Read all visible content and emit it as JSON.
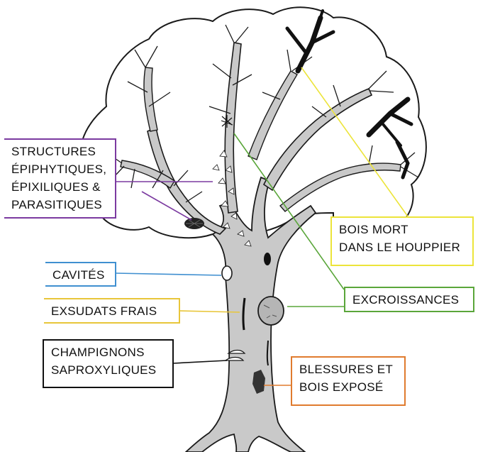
{
  "colors": {
    "structures": "#7b3aa0",
    "cavites": "#3f8fd0",
    "exsudats": "#e8c63a",
    "champignons": "#111111",
    "blessures": "#e07b2e",
    "bois_mort": "#ece43a",
    "excroissances": "#5aa63a",
    "trunk_fill": "#c9c9c9",
    "outline": "#1a1a1a"
  },
  "labels": {
    "structures": [
      "STRUCTURES",
      "ÉPIPHYTIQUES,",
      "ÉPIXILIQUES &",
      "PARASITIQUES"
    ],
    "cavites": [
      "CAVITÉS"
    ],
    "exsudats": [
      "EXSUDATS FRAIS"
    ],
    "champignons": [
      "CHAMPIGNONS",
      "SAPROXYLIQUES"
    ],
    "bois_mort": [
      "BOIS MORT",
      "DANS LE HOUPPIER"
    ],
    "excroissances": [
      "EXCROISSANCES"
    ],
    "blessures": [
      "BLESSURES ET",
      "BOIS EXPOSÉ"
    ]
  }
}
